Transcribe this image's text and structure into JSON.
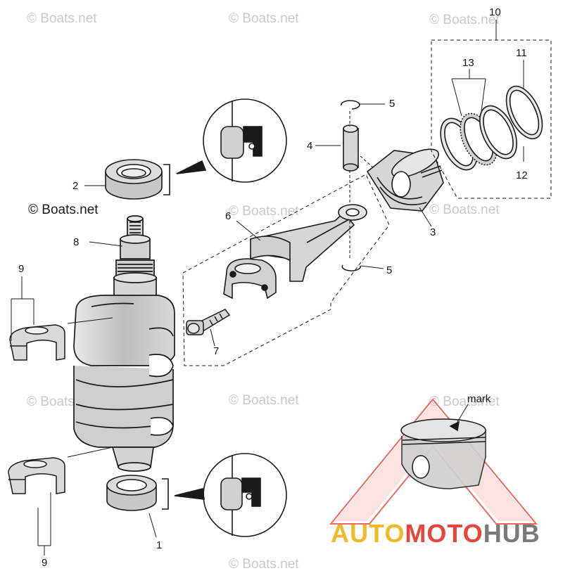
{
  "watermarks": [
    "© Boats.net",
    "© Boats.net",
    "© Boats.net",
    "© Boats.net",
    "© Boats.net",
    "© Boats.net",
    "© Boats.net",
    "© Boats.net",
    "© Boats.net"
  ],
  "copyright_dark": "© Boats.net",
  "callouts": [
    "1",
    "2",
    "3",
    "4",
    "5",
    "5",
    "6",
    "7",
    "8",
    "9",
    "9",
    "10",
    "11",
    "12",
    "13"
  ],
  "mark_label": "mark",
  "brand": {
    "part1": "AUTO",
    "part2": "MOTO",
    "part3": "HUB"
  },
  "colors": {
    "line": "#1a1a1a",
    "part_fill": "#d4d4d4",
    "part_shade": "#9a9a9a",
    "watermark": "#c9c9c9",
    "logo_red": "#e8463c",
    "brand_yellow": "#f2b928",
    "brand_red": "#e8463c",
    "brand_gray": "#7a7a7a"
  }
}
